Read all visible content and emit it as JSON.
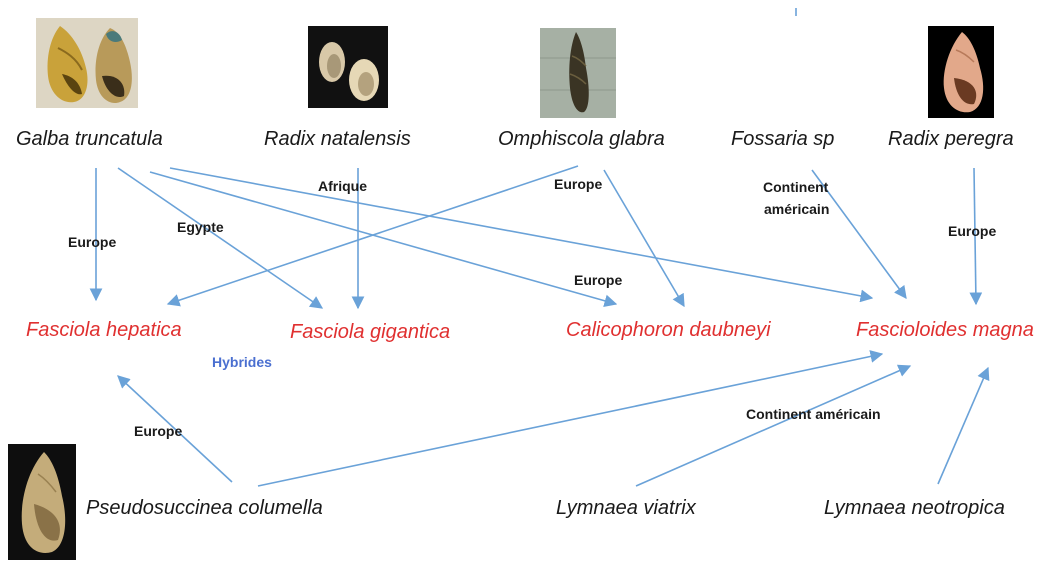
{
  "snails": {
    "galba_truncatula": "Galba truncatula",
    "radix_natalensis": "Radix natalensis",
    "omphiscola_glabra": "Omphiscola glabra",
    "fossaria_sp": "Fossaria sp",
    "radix_peregra": "Radix peregra",
    "pseudosuccinea_columella": "Pseudosuccinea columella",
    "lymnaea_viatrix": "Lymnaea viatrix",
    "lymnaea_neotropica": "Lymnaea neotropica"
  },
  "parasites": {
    "fasciola_hepatica": "Fasciola hepatica",
    "fasciola_gigantica": "Fasciola gigantica",
    "calicophoron_daubneyi": "Calicophoron daubneyi",
    "fascioloides_magna": "Fascioloides magna"
  },
  "regions": {
    "europe_1": "Europe",
    "egypte": "Egypte",
    "afrique": "Afrique",
    "europe_2": "Europe",
    "europe_3": "Europe",
    "continent_americain_1a": "Continent",
    "continent_americain_1b": "américain",
    "europe_4": "Europe",
    "europe_5": "Europe",
    "continent_americain_2": "Continent américain"
  },
  "hybrid_note": "Hybrides",
  "colors": {
    "arrow": "#6aa2d8",
    "parasite_text": "#e03030",
    "hybrid_text": "#4a6fd0"
  },
  "photos": [
    {
      "name": "galba-truncatula-shell-photo"
    },
    {
      "name": "radix-natalensis-shell-photo"
    },
    {
      "name": "omphiscola-glabra-shell-photo"
    },
    {
      "name": "radix-peregra-shell-photo"
    },
    {
      "name": "pseudosuccinea-columella-shell-photo"
    }
  ]
}
